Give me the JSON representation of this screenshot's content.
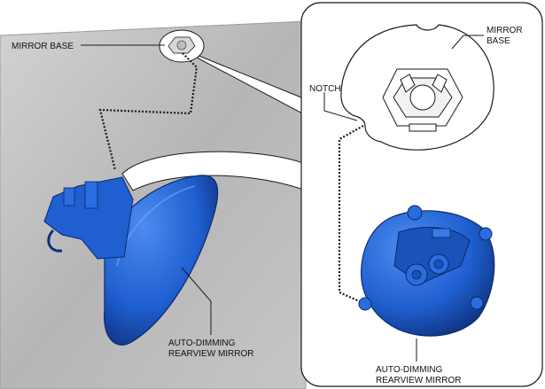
{
  "labels": {
    "mirror_base_left": "MIRROR BASE",
    "mirror_base_right_line1": "MIRROR",
    "mirror_base_right_line2": "BASE",
    "notch": "NOTCH",
    "auto_dimming_left_line1": "AUTO-DIMMING",
    "auto_dimming_left_line2": "REARVIEW MIRROR",
    "auto_dimming_right_line1": "AUTO-DIMMING",
    "auto_dimming_right_line2": "REARVIEW MIRROR"
  },
  "colors": {
    "windshield": "#b9b9b9",
    "mirror_blue": "#1f5fd0",
    "mirror_dark": "#0d2f7a",
    "detail_panel": "#ffffff",
    "outline": "#1a1a1a"
  }
}
